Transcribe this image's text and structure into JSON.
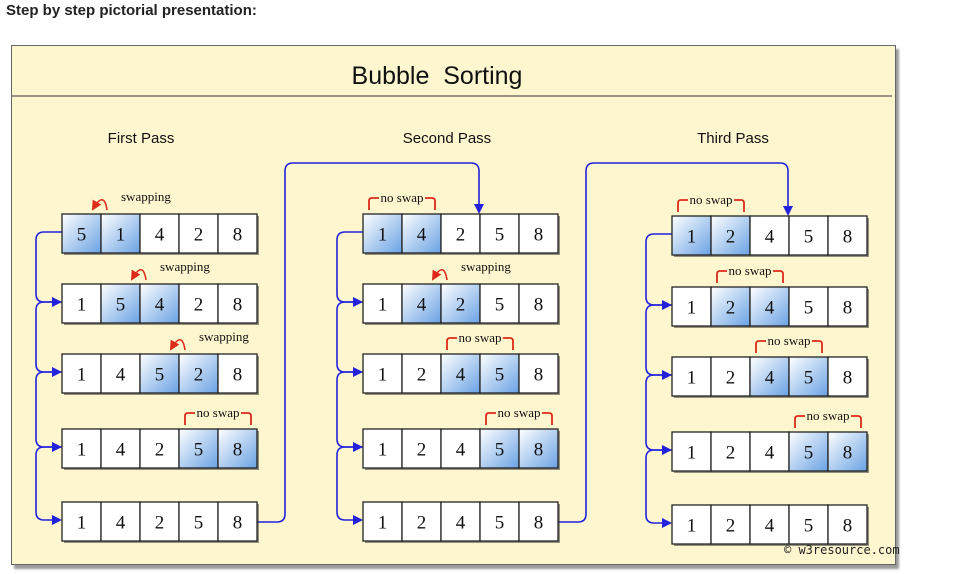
{
  "heading": "Step by step pictorial presentation:",
  "diagram": {
    "title": "Bubble  Sorting",
    "watermark": "© w3resource.com",
    "colors": {
      "panel": "#fdf6cf",
      "flow_arrow": "#2222dd",
      "swap_arrow": "#dd2a1a",
      "bracket": "#dd2a1a"
    },
    "passes": [
      {
        "label": "First  Pass",
        "steps": [
          {
            "values": [
              5,
              1,
              4,
              2,
              8
            ],
            "highlight": [
              0,
              1
            ],
            "annotation": "swapping",
            "kind": "swap"
          },
          {
            "values": [
              1,
              5,
              4,
              2,
              8
            ],
            "highlight": [
              1,
              2
            ],
            "annotation": "swapping",
            "kind": "swap"
          },
          {
            "values": [
              1,
              4,
              5,
              2,
              8
            ],
            "highlight": [
              2,
              3
            ],
            "annotation": "swapping",
            "kind": "swap"
          },
          {
            "values": [
              1,
              4,
              2,
              5,
              8
            ],
            "highlight": [
              3,
              4
            ],
            "annotation": "no swap",
            "kind": "noswap"
          },
          {
            "values": [
              1,
              4,
              2,
              5,
              8
            ],
            "highlight": [],
            "annotation": "",
            "kind": ""
          }
        ]
      },
      {
        "label": "Second  Pass",
        "steps": [
          {
            "values": [
              1,
              4,
              2,
              5,
              8
            ],
            "highlight": [
              0,
              1
            ],
            "annotation": "no swap",
            "kind": "noswap"
          },
          {
            "values": [
              1,
              4,
              2,
              5,
              8
            ],
            "highlight": [
              1,
              2
            ],
            "annotation": "swapping",
            "kind": "swap"
          },
          {
            "values": [
              1,
              2,
              4,
              5,
              8
            ],
            "highlight": [
              2,
              3
            ],
            "annotation": "no swap",
            "kind": "noswap"
          },
          {
            "values": [
              1,
              2,
              4,
              5,
              8
            ],
            "highlight": [
              3,
              4
            ],
            "annotation": "no swap",
            "kind": "noswap"
          },
          {
            "values": [
              1,
              2,
              4,
              5,
              8
            ],
            "highlight": [],
            "annotation": "",
            "kind": ""
          }
        ]
      },
      {
        "label": "Third  Pass",
        "steps": [
          {
            "values": [
              1,
              2,
              4,
              5,
              8
            ],
            "highlight": [
              0,
              1
            ],
            "annotation": "no swap",
            "kind": "noswap"
          },
          {
            "values": [
              1,
              2,
              4,
              5,
              8
            ],
            "highlight": [
              1,
              2
            ],
            "annotation": "no swap",
            "kind": "noswap"
          },
          {
            "values": [
              1,
              2,
              4,
              5,
              8
            ],
            "highlight": [
              2,
              3
            ],
            "annotation": "no swap",
            "kind": "noswap"
          },
          {
            "values": [
              1,
              2,
              4,
              5,
              8
            ],
            "highlight": [
              3,
              4
            ],
            "annotation": "no swap",
            "kind": "noswap"
          },
          {
            "values": [
              1,
              2,
              4,
              5,
              8
            ],
            "highlight": [],
            "annotation": "",
            "kind": ""
          }
        ]
      }
    ]
  }
}
